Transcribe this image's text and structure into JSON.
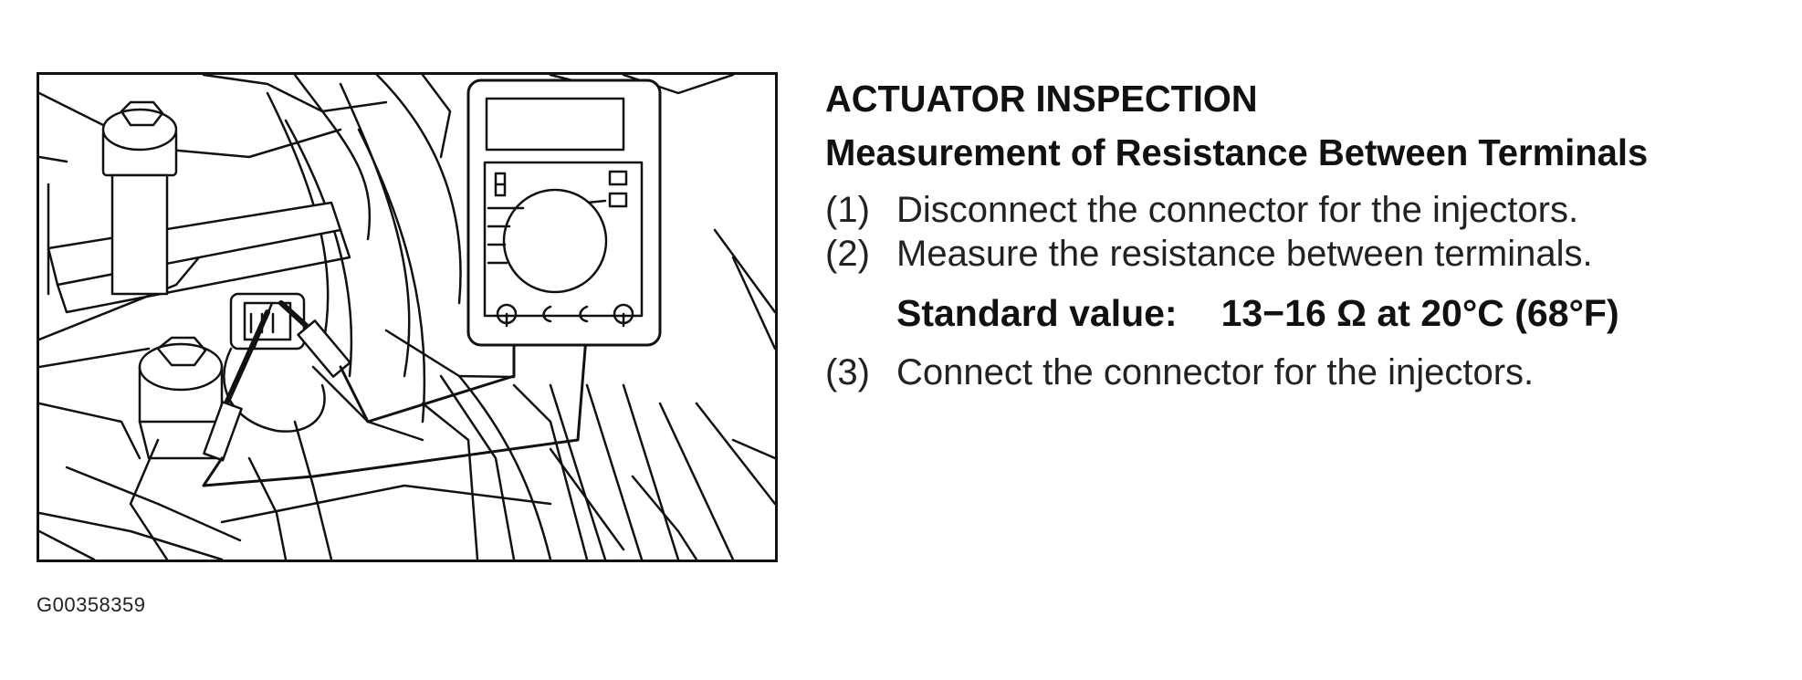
{
  "figure": {
    "id_label": "G00358359",
    "icons": [
      "multimeter-icon",
      "injector-connector-icon",
      "bolt-icon",
      "test-probe-icon"
    ]
  },
  "content": {
    "section_title": "ACTUATOR INSPECTION",
    "subtitle": "Measurement of Resistance Between Terminals",
    "steps": [
      {
        "num": "(1)",
        "text": "Disconnect the connector for the injectors."
      },
      {
        "num": "(2)",
        "text": "Measure the resistance between terminals."
      },
      {
        "num": "(3)",
        "text": "Connect the connector for the injectors."
      }
    ],
    "standard": {
      "label": "Standard value:",
      "value": "13−16 Ω at 20°C (68°F)"
    }
  }
}
